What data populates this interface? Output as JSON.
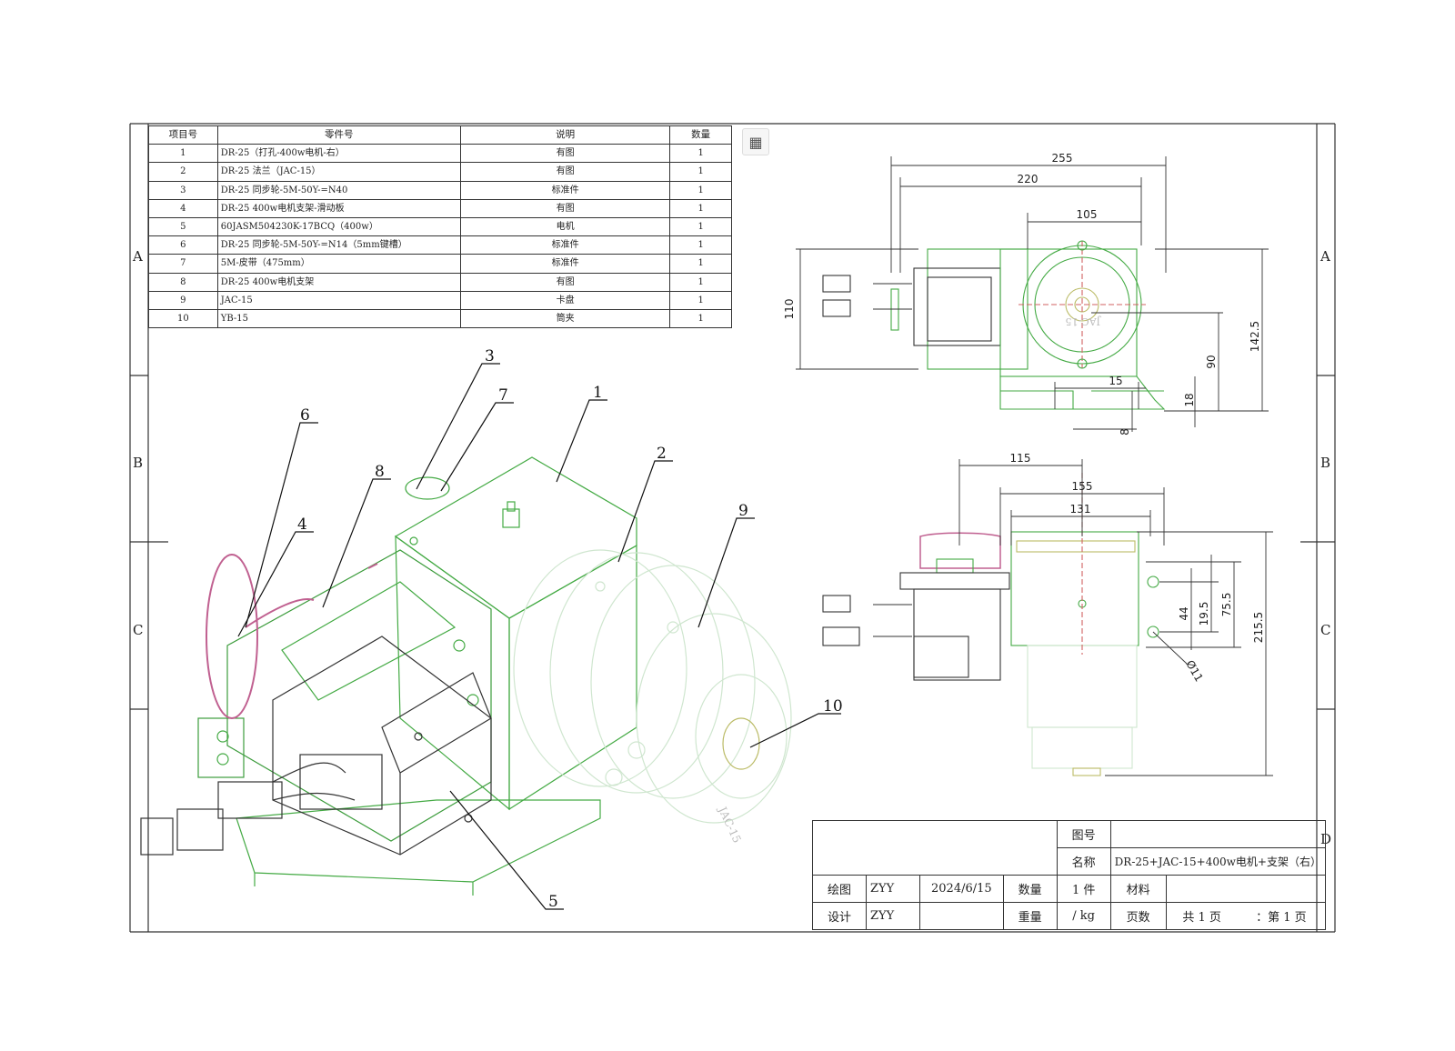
{
  "bom": {
    "headers": [
      "项目号",
      "零件号",
      "说明",
      "数量"
    ],
    "rows": [
      [
        "1",
        "DR-25（打孔-400w电机-右）",
        "有图",
        "1"
      ],
      [
        "2",
        "DR-25 法兰（JAC-15）",
        "有图",
        "1"
      ],
      [
        "3",
        "DR-25 同步轮-5M-50Y-=N40",
        "标准件",
        "1"
      ],
      [
        "4",
        "DR-25  400w电机支架-滑动板",
        "有图",
        "1"
      ],
      [
        "5",
        "60JASM504230K-17BCQ（400w）",
        "电机",
        "1"
      ],
      [
        "6",
        "DR-25 同步轮-5M-50Y-=N14（5mm键槽）",
        "标准件",
        "1"
      ],
      [
        "7",
        "5M-皮带（475mm）",
        "标准件",
        "1"
      ],
      [
        "8",
        "DR-25  400w电机支架",
        "有图",
        "1"
      ],
      [
        "9",
        "JAC-15",
        "卡盘",
        "1"
      ],
      [
        "10",
        "YB-15",
        "筒夹",
        "1"
      ]
    ]
  },
  "zones": {
    "rows": [
      "A",
      "B",
      "C",
      "D"
    ]
  },
  "callouts": [
    "1",
    "2",
    "3",
    "4",
    "5",
    "6",
    "7",
    "8",
    "9",
    "10"
  ],
  "top_view": {
    "dims": [
      "255",
      "220",
      "105",
      "110",
      "142.5",
      "90",
      "15",
      "18",
      "8"
    ],
    "chuck_text": "JAC-15"
  },
  "front_view": {
    "dims": [
      "115",
      "155",
      "131",
      "215.5",
      "75.5",
      "19.5",
      "44",
      "Ø11"
    ]
  },
  "iso_chuck_text": "JAC-15",
  "title_block": {
    "drawing_no_label": "图号",
    "drawing_no": "",
    "name_label": "名称",
    "name": "DR-25+JAC-15+400w电机+支架（右）",
    "drawn_label": "绘图",
    "drawn_by": "ZYY",
    "date": "2024/6/15",
    "qty_label": "数量",
    "qty": "1 件",
    "material_label": "材料",
    "material": "",
    "design_label": "设计",
    "designer": "ZYY",
    "weight_label": "重量",
    "weight": "/ kg",
    "pages_label": "页数",
    "pages_total": "共 1 页",
    "page_current": "：第 1 页"
  },
  "colors": {
    "line": "#44aa44",
    "pink": "#c06090",
    "text": "#222222"
  }
}
